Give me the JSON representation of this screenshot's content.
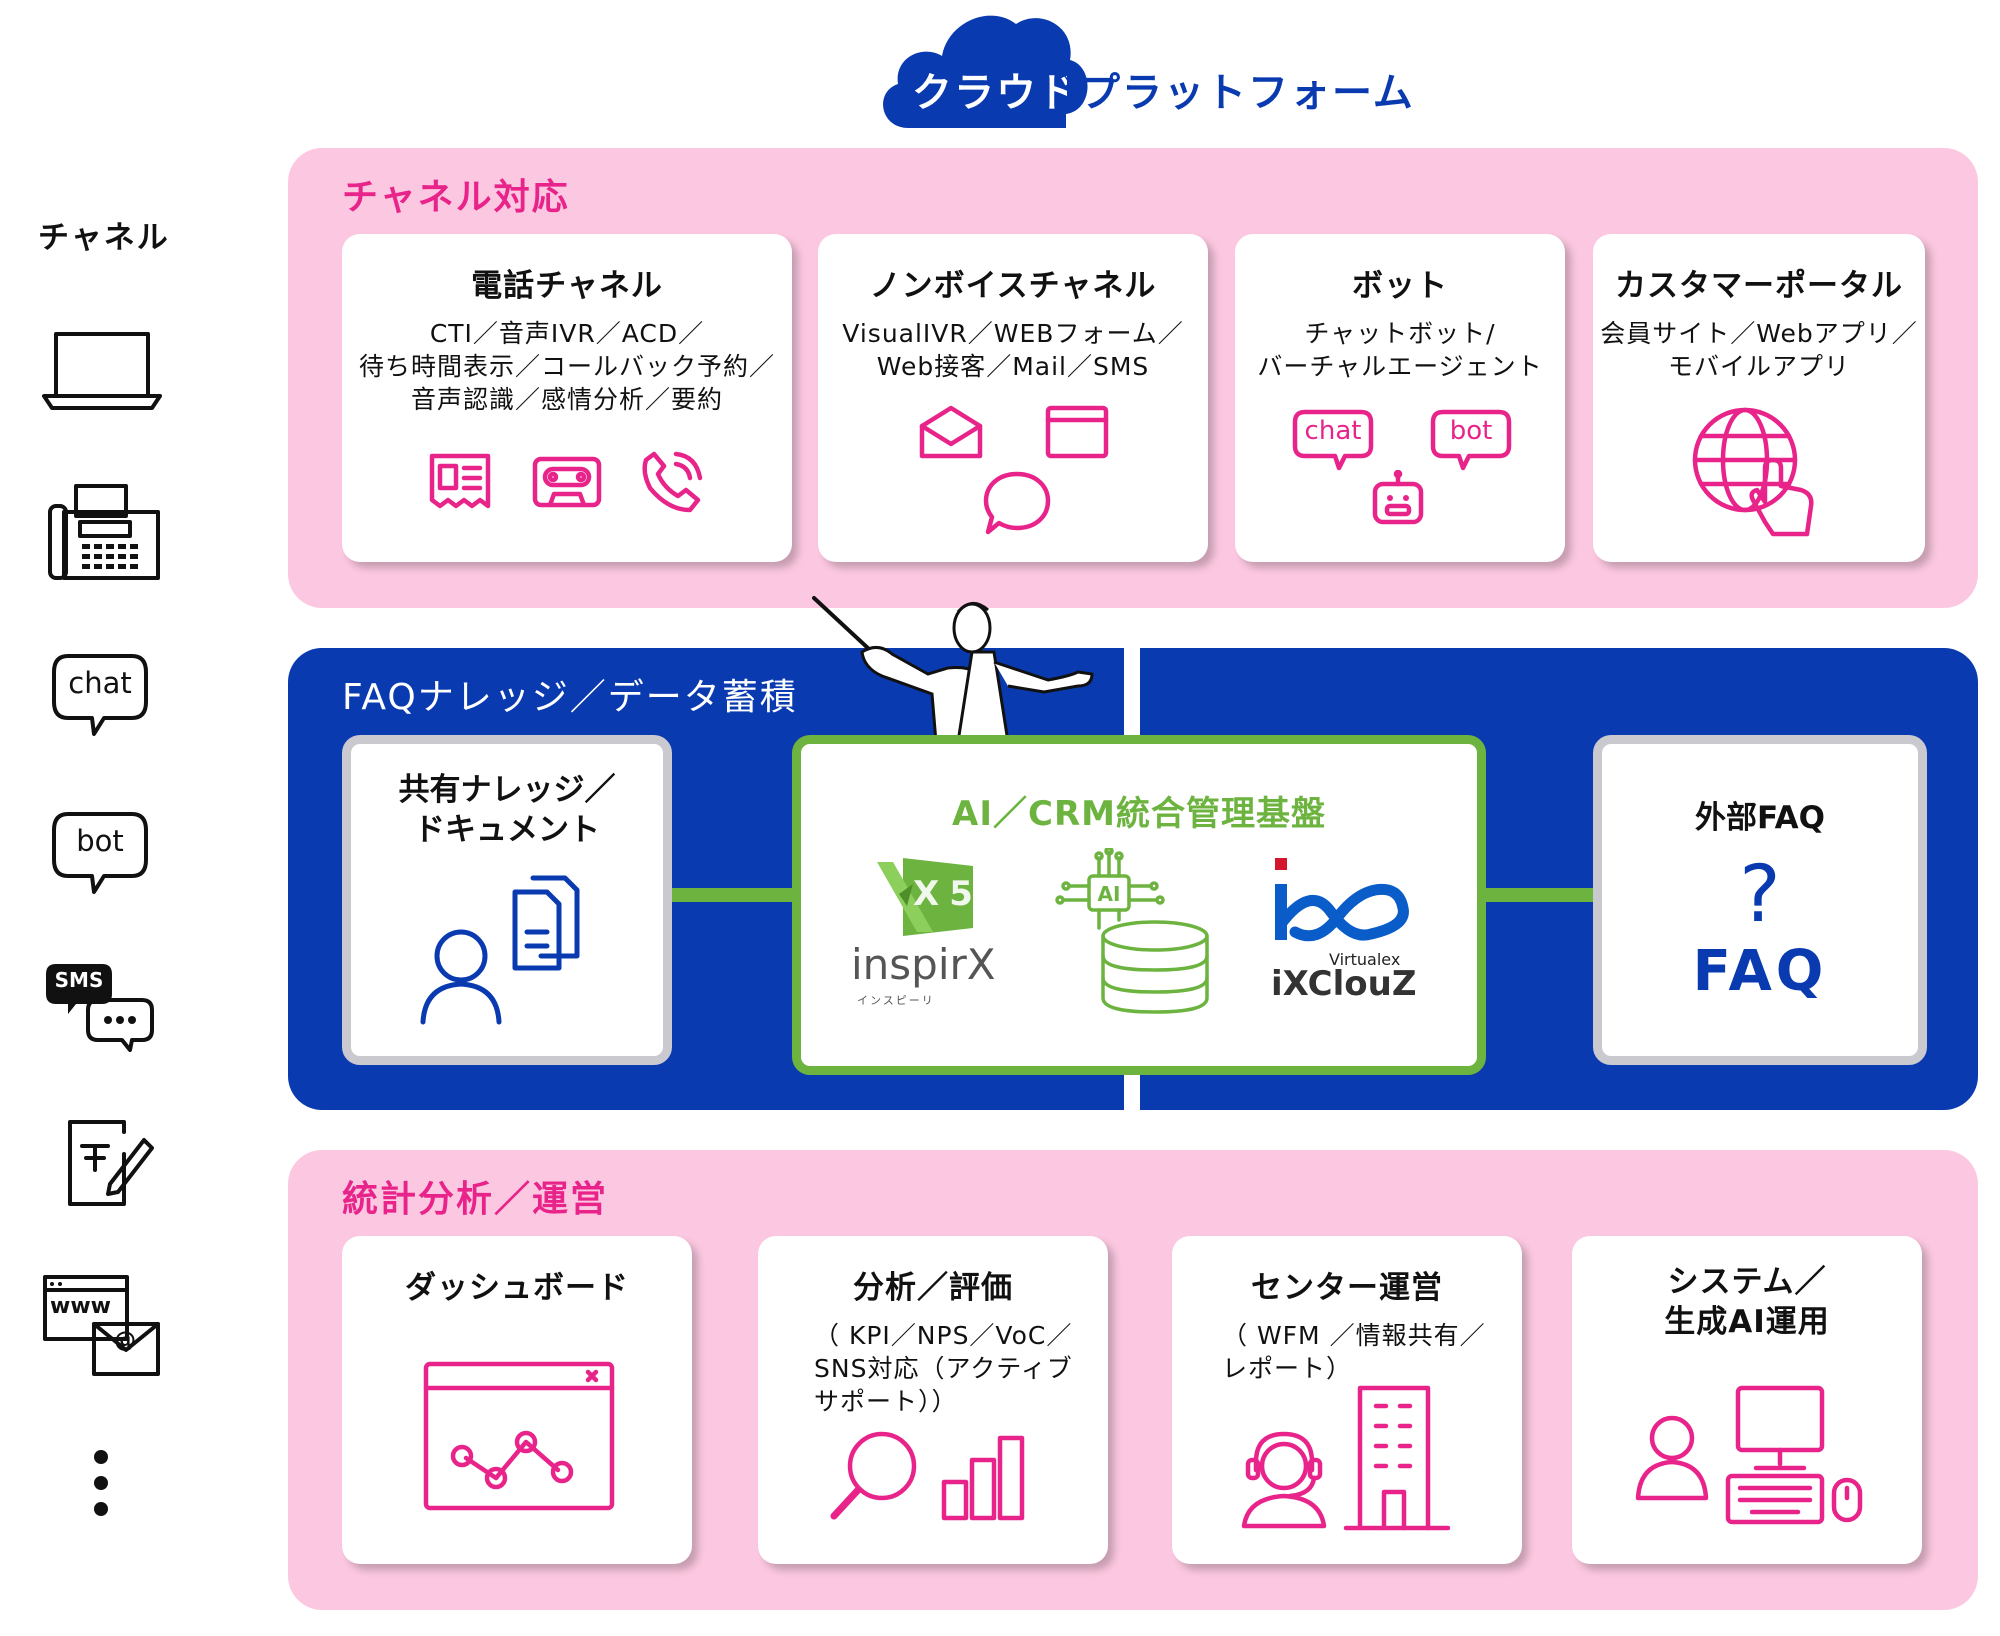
{
  "header": {
    "title": "クラウドプラットフォーム"
  },
  "left": {
    "title": "チャネル",
    "icons": [
      "laptop-icon",
      "fax-phone-icon",
      "chat-bubble-icon",
      "bot-bubble-icon",
      "sms-bubble-icon",
      "form-pen-icon",
      "web-mail-icon",
      "more-dots-icon"
    ],
    "chat_label": "chat",
    "bot_label": "bot",
    "sms_label": "SMS",
    "www_label": "www",
    "at_label": "@"
  },
  "channel": {
    "title": "チャネル対応",
    "cards": [
      {
        "title": "電話チャネル",
        "desc": [
          "CTI／音声IVR／ACD／",
          "待ち時間表示／コールバック予約／",
          "音声認識／感情分析／要約"
        ]
      },
      {
        "title": "ノンボイスチャネル",
        "desc": [
          "VisualIVR／WEBフォーム／",
          "Web接客／Mail／SMS"
        ]
      },
      {
        "title": "ボット",
        "desc": [
          "チャットボット/",
          "バーチャルエージェント"
        ],
        "chat_label": "chat",
        "bot_label": "bot"
      },
      {
        "title": "カスタマーポータル",
        "desc": [
          "会員サイト／Webアプリ／",
          "モバイルアプリ"
        ]
      }
    ]
  },
  "faq": {
    "title": "FAQナレッジ／データ蓄積",
    "shared": {
      "title": [
        "共有ナレッジ／",
        "ドキュメント"
      ]
    },
    "center": {
      "title": "AI／CRM統合管理基盤",
      "inspirx": {
        "name": "inspirX",
        "kana": "インスピーリ",
        "badge": "X5"
      },
      "ai_label": "AI",
      "ixclouz": {
        "name": "iXClouZ",
        "sub": "Virtualex"
      }
    },
    "external": {
      "title": "外部FAQ",
      "mark": "?",
      "label": "FAQ"
    }
  },
  "ops": {
    "title": "統計分析／運営",
    "cards": [
      {
        "title": [
          "ダッシュボード"
        ],
        "desc": []
      },
      {
        "title": [
          "分析／評価"
        ],
        "desc": [
          "（ KPI／NPS／VoC／",
          "SNS対応（アクティブ",
          "サポート））"
        ]
      },
      {
        "title": [
          "センター運営"
        ],
        "desc": [
          "（ WFM ／情報共有／",
          "レポート）"
        ]
      },
      {
        "title": [
          "システム／",
          "生成AI運用"
        ],
        "desc": []
      }
    ]
  },
  "colors": {
    "pink_bg": "#fcc8e1",
    "pink_accent": "#e8248a",
    "navy": "#0a3ab0",
    "green": "#6db33f",
    "gray_border": "#c9c9cf"
  }
}
